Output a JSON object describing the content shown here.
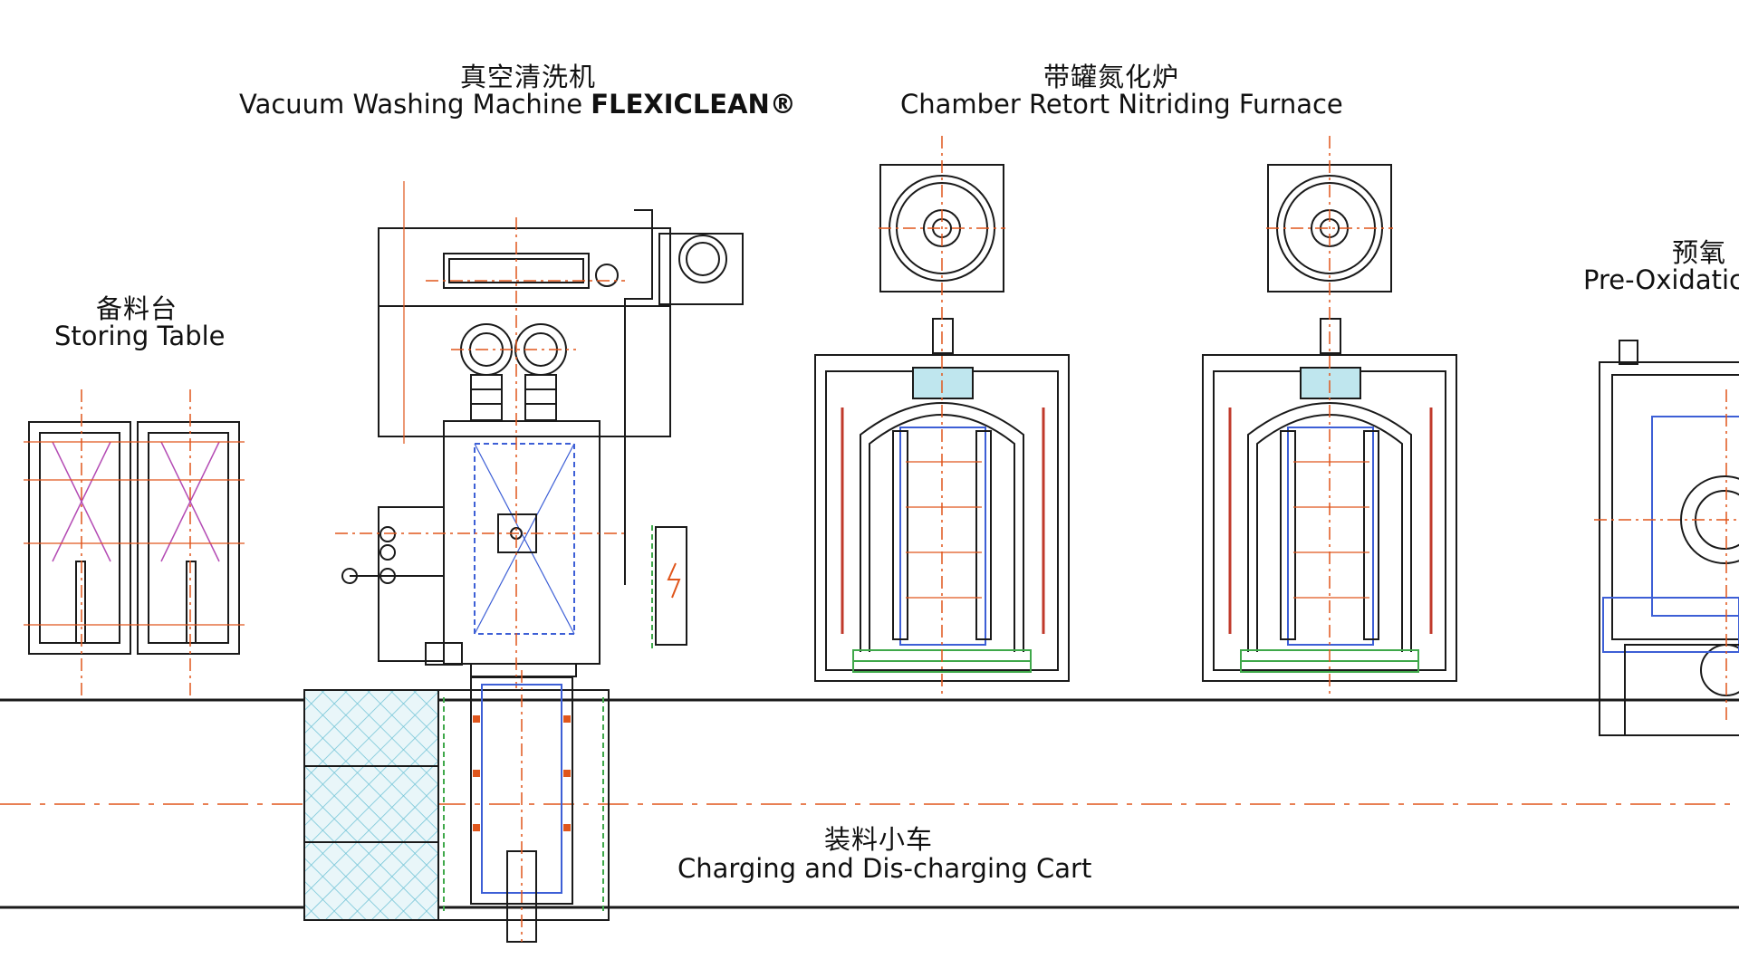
{
  "labels": {
    "washer": {
      "cn": "真空清洗机",
      "en": "Vacuum Washing Machine",
      "brand": "FLEXICLEAN®"
    },
    "furnace": {
      "cn": "带罐氮化炉",
      "en": "Chamber Retort Nitriding Furnace"
    },
    "storing": {
      "cn": "备料台",
      "en": "Storing Table"
    },
    "preox": {
      "cn": "预氧",
      "en": "Pre-Oxidatic"
    },
    "cart": {
      "cn": "装料小车",
      "en": "Charging and Dis-charging Cart"
    }
  },
  "colors": {
    "line": "#1a1a1a",
    "centerline": "#e0561c",
    "blue": "#3d5fd6",
    "magenta": "#b44bb4",
    "green": "#3fa84a",
    "mesh": "#6fc3d6",
    "cyan_fill": "#bfe6ee"
  }
}
